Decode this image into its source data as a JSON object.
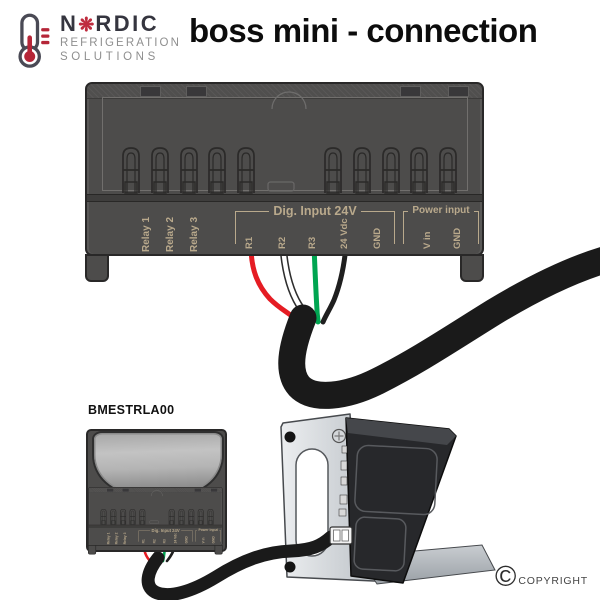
{
  "header": {
    "title": "boss mini - connection",
    "logo": {
      "brand_prefix": "N",
      "brand_suffix": "RDIC",
      "snowflake_glyph": "❋",
      "tagline1": "REFRIGERATION",
      "tagline2": "SOLUTIONS"
    }
  },
  "device": {
    "relay_labels": [
      "Relay 1",
      "Relay 2",
      "Relay 3"
    ],
    "dig_input": {
      "label": "Dig. Input 24V",
      "terminals": [
        "R1",
        "R2",
        "R3",
        "24 Vdc",
        "GND"
      ]
    },
    "power_input": {
      "label": "Power input",
      "terminals": [
        "V in",
        "GND"
      ]
    }
  },
  "wiring": {
    "r1_color": "#e51c23",
    "r2_color": "#ffffff",
    "r3_color": "#00a551",
    "v24_color": "#1f1f1f",
    "cable_color": "#1a1a1a"
  },
  "bottom": {
    "model_label": "BMESTRLA00"
  },
  "footer": {
    "symbol": "©",
    "text": "COPYRIGHT"
  },
  "colors": {
    "device_body": "#4d4c4b",
    "device_label_tan": "#b9a98c",
    "logo_red": "#bf2c3f",
    "logo_dark": "#35353f",
    "logo_gray": "#8f8f8f",
    "bracket_silver": "#c3c8cd",
    "mounted_device_dark": "#27282b"
  }
}
